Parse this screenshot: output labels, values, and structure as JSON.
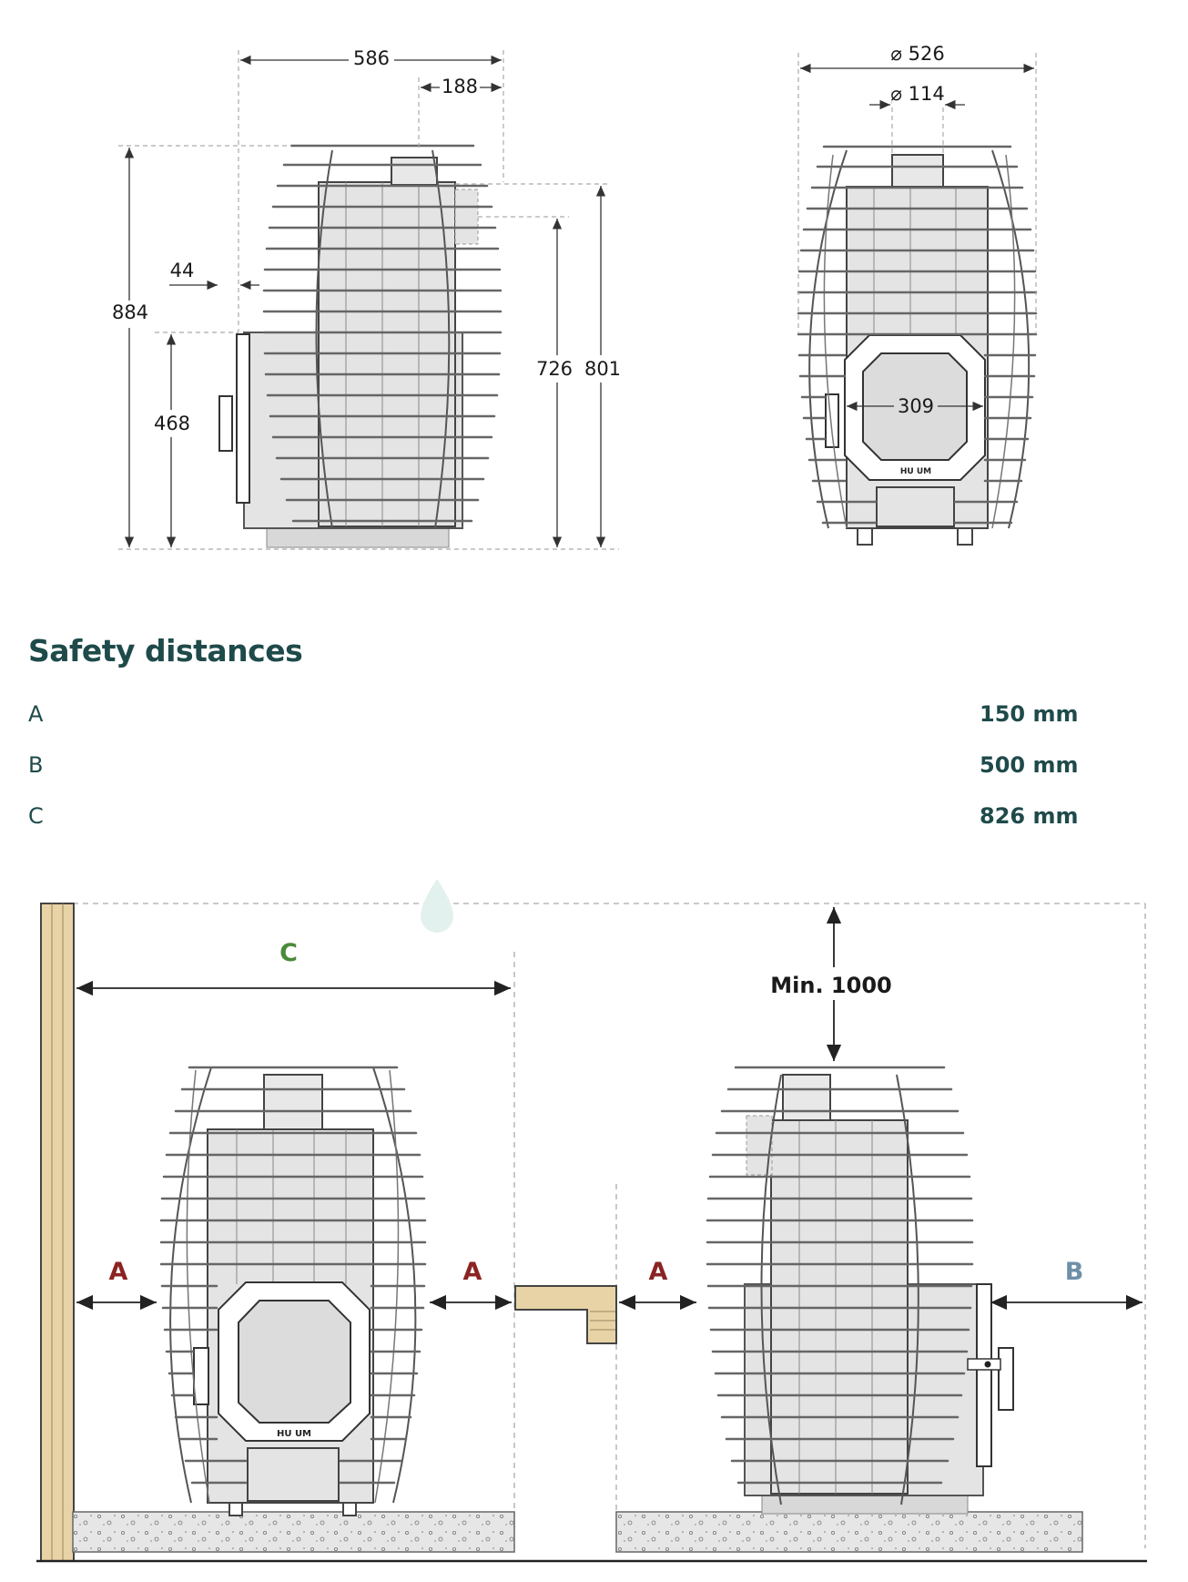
{
  "top_dimensions": {
    "width_total": "586",
    "chimney_offset": "188",
    "height_total": "884",
    "side_offset": "44",
    "door_height": "468",
    "stone_height": "726",
    "outlet_height": "801",
    "diameter_outer": "⌀ 526",
    "diameter_chimney": "⌀ 114",
    "door_width": "309",
    "logo_text": "HU UM"
  },
  "safety": {
    "title": "Safety distances",
    "rows": [
      {
        "label": "A",
        "value": "150 mm"
      },
      {
        "label": "B",
        "value": "500 mm"
      },
      {
        "label": "C",
        "value": "826 mm"
      }
    ]
  },
  "install": {
    "label_c": "C",
    "label_a": "A",
    "label_b": "B",
    "min_ceiling": "Min. 1000",
    "colors": {
      "c_label": "#4a8a3a",
      "a_label": "#8b2323",
      "b_label": "#6e8fa8",
      "wood": "#e8d3a6",
      "concrete": "#e6e6e6"
    }
  }
}
